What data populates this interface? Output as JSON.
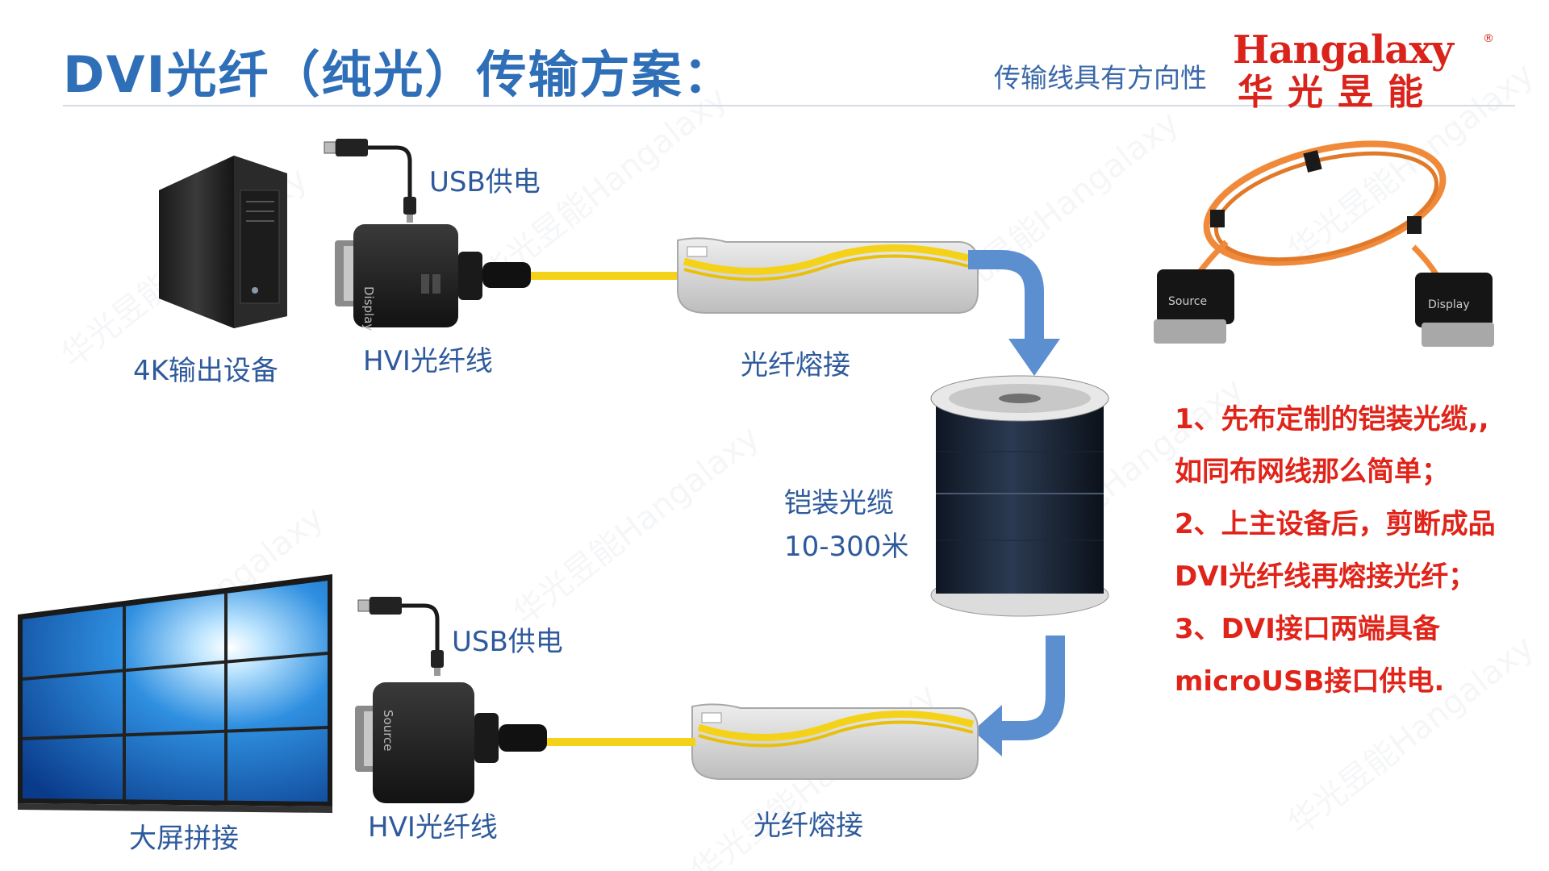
{
  "title": "DVI光纤（纯光）传输方案：",
  "direction_note": "传输线具有方向性",
  "logo": {
    "en": "Hangalaxy",
    "reg": "®",
    "cn": "华光昱能"
  },
  "labels": {
    "source_device": "4K输出设备",
    "usb_top": "USB供电",
    "cable_top": "HVI光纤线",
    "splice_top": "光纤熔接",
    "armored_cable": "铠装光缆",
    "length": "10-300米",
    "display_wall": "大屏拼接",
    "usb_bottom": "USB供电",
    "cable_bottom": "HVI光纤线",
    "splice_bottom": "光纤熔接"
  },
  "connectors": {
    "display": "Display",
    "source": "Source"
  },
  "steps": [
    "1、先布定制的铠装光缆,, 如同布网线那么简单；",
    "2、上主设备后，剪断成品DVI光纤线再熔接光纤；",
    "3、DVI接口两端具备microUSB接口供电."
  ],
  "watermark": "华光昱能Hangalaxy",
  "colors": {
    "title": "#2f6fb8",
    "label": "#2e5a9c",
    "accent_red": "#e0241a",
    "fiber": "#f5d21a",
    "arrow": "#5b8fd0",
    "orange_cable": "#f08a3a"
  }
}
